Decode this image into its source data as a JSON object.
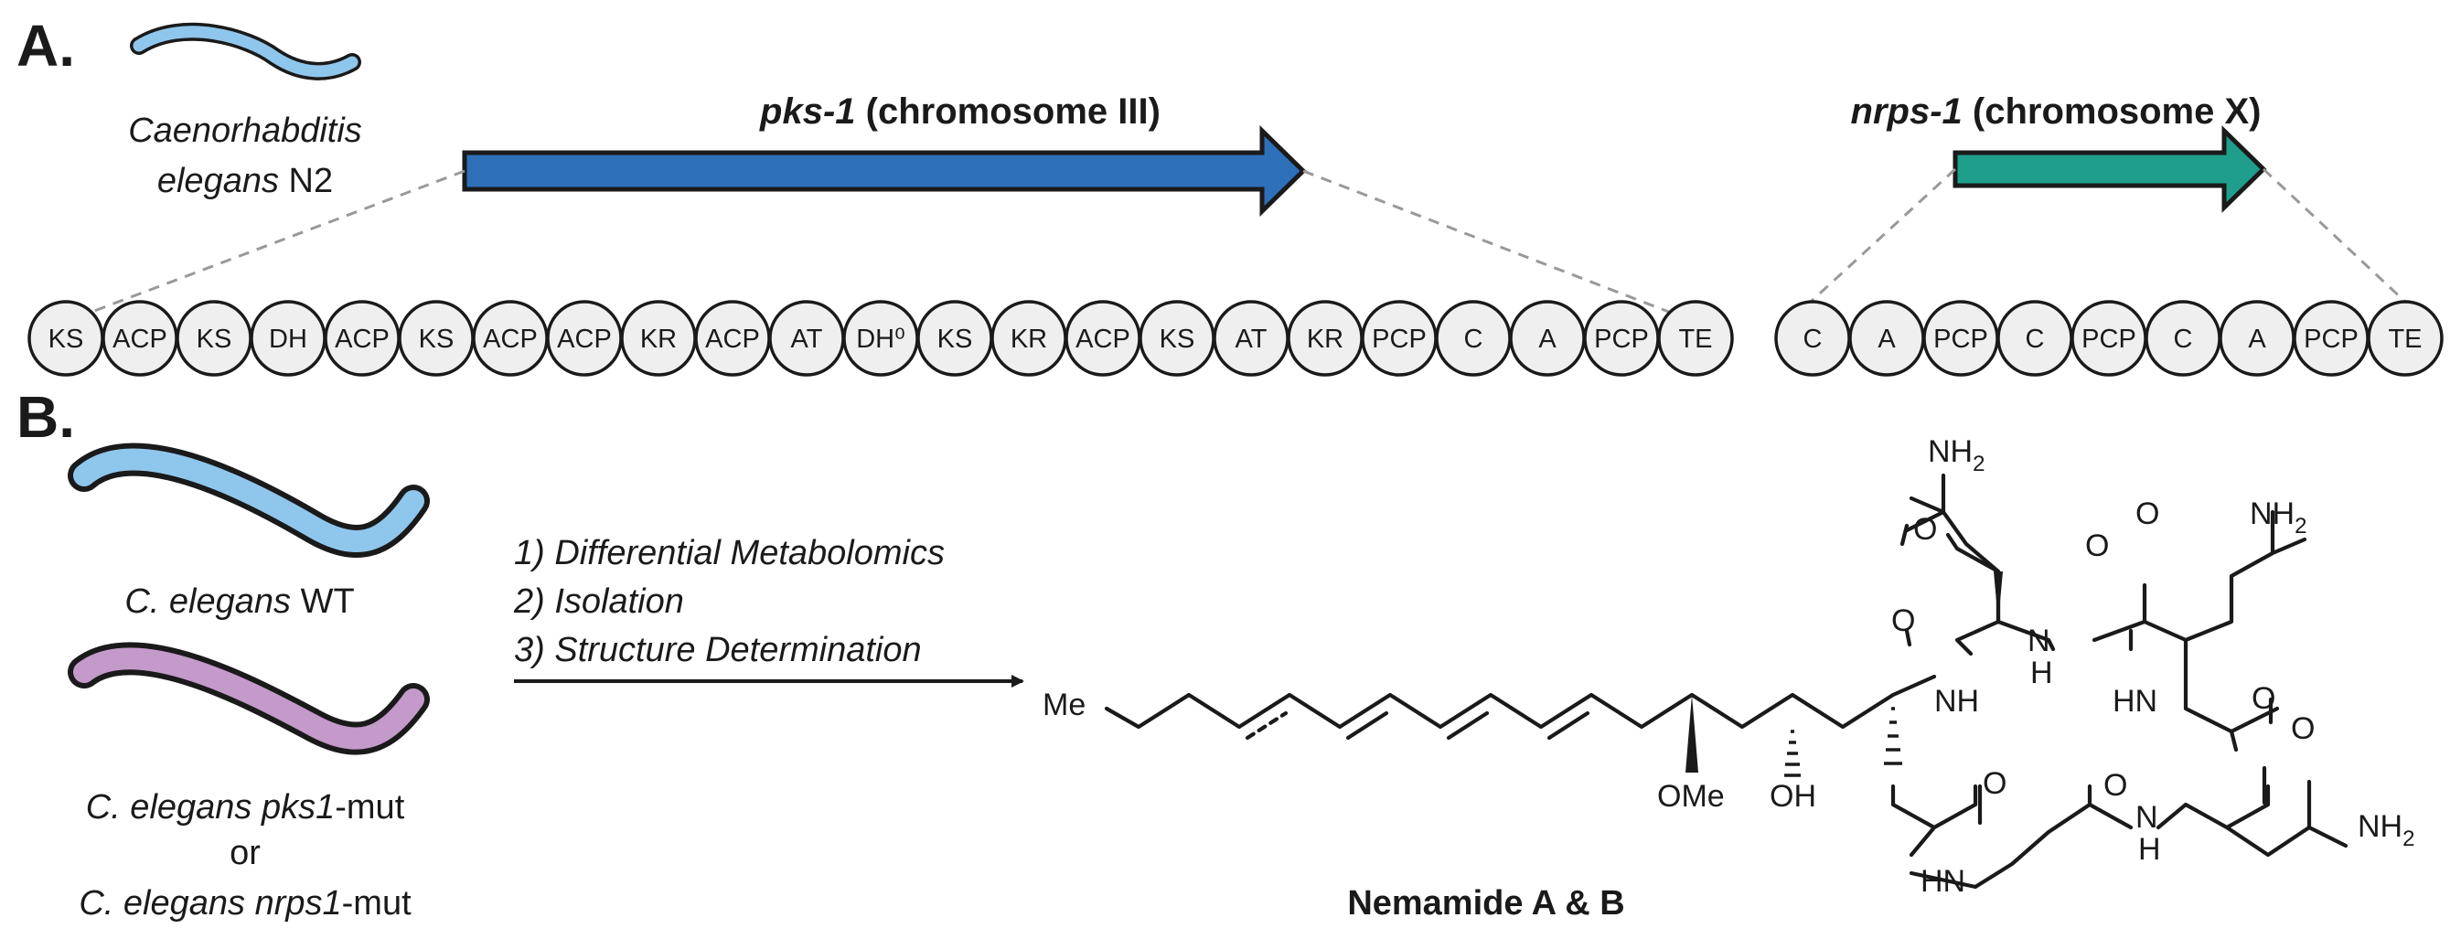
{
  "panel_a": {
    "label": "A.",
    "organism": {
      "line1": "Caenorhabditis",
      "line2_italic": "elegans",
      "line2_plain": " N2"
    },
    "gene1": {
      "name": "pks-1",
      "location": " (chromosome III)",
      "color": "#2e6fb9",
      "domains": [
        "KS",
        "ACP",
        "KS",
        "DH",
        "ACP",
        "KS",
        "ACP",
        "ACP",
        "KR",
        "ACP",
        "AT",
        "DH⁰",
        "KS",
        "KR",
        "ACP",
        "KS",
        "AT",
        "KR",
        "PCP",
        "C",
        "A",
        "PCP",
        "TE"
      ]
    },
    "gene2": {
      "name": "nrps-1",
      "location": " (chromosome X)",
      "color": "#1f9e8c",
      "domains": [
        "C",
        "A",
        "PCP",
        "C",
        "PCP",
        "C",
        "A",
        "PCP",
        "TE"
      ]
    }
  },
  "panel_b": {
    "label": "B.",
    "wt": {
      "italic": "C. elegans",
      "plain": " WT",
      "color": "#8fc6ec"
    },
    "mut": {
      "line1_italic": "C. elegans pks1",
      "line1_plain": "-mut",
      "line2": "or",
      "line3_italic": "C. elegans nrps1",
      "line3_plain": "-mut",
      "color": "#c39ac9"
    },
    "steps": [
      "1) Differential Metabolomics",
      "2) Isolation",
      "3) Structure Determination"
    ],
    "compound_name": "Nemamide A & B",
    "atoms": {
      "me": "Me",
      "ome": "OMe",
      "oh": "OH",
      "nh": "NH",
      "hn": "HN",
      "n": "N",
      "h": "H",
      "o": "O",
      "nh2_main": "NH",
      "nh2_sub": "2"
    }
  },
  "colors": {
    "domain_fill": "#efefef",
    "outline": "#1a1a1a",
    "dashes": "#999999"
  }
}
